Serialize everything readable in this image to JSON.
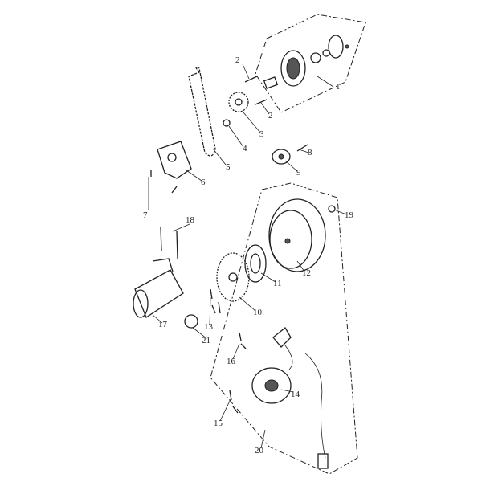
{
  "diagram": {
    "callouts": [
      "1",
      "2",
      "2",
      "3",
      "4",
      "5",
      "6",
      "7",
      "8",
      "9",
      "10",
      "11",
      "12",
      "13",
      "14",
      "15",
      "16",
      "17",
      "18",
      "19",
      "20",
      "21"
    ]
  }
}
